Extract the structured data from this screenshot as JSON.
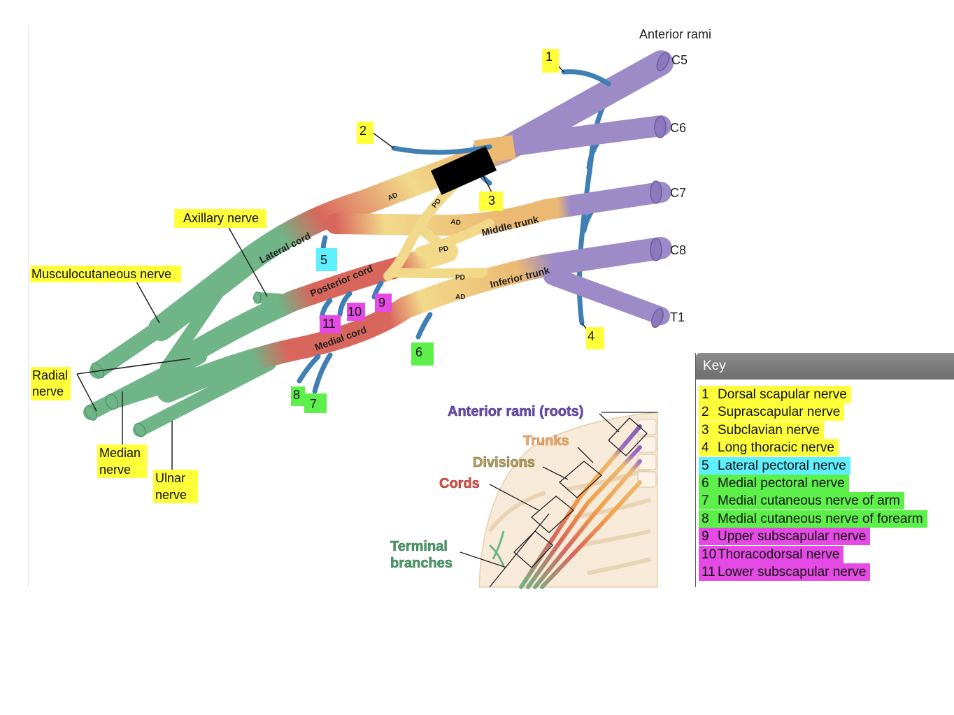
{
  "colors": {
    "root": "#9c8bc6",
    "trunk": "#ecb972",
    "division": "#f2d98a",
    "cord": "#d9665c",
    "terminal": "#6fb587",
    "branch": "#3f7fb4",
    "hl_yellow": "#ffff3a",
    "hl_cyan": "#5ff0ff",
    "hl_green": "#5ef04a",
    "hl_magenta": "#e54ae5"
  },
  "roots_header": "Anterior rami",
  "roots": [
    "C5",
    "C6",
    "C7",
    "C8",
    "T1"
  ],
  "trunk_labels": {
    "middle": "Middle trunk",
    "inferior": "Inferior trunk"
  },
  "cord_labels": {
    "lateral": "Lateral cord",
    "posterior": "Posterior cord",
    "medial": "Medial cord"
  },
  "division_labels": {
    "anterior": "AD",
    "posterior": "PD"
  },
  "nerve_labels": {
    "axillary": "Axillary nerve",
    "musculocutaneous": "Musculocutaneous nerve",
    "radial_1": "Radial",
    "radial_2": "nerve",
    "median_1": "Median",
    "median_2": "nerve",
    "ulnar_1": "Ulnar",
    "ulnar_2": "nerve"
  },
  "numbers": [
    "1",
    "2",
    "3",
    "4",
    "5",
    "6",
    "7",
    "8",
    "9",
    "10",
    "11"
  ],
  "inset": {
    "roots": "Anterior rami (roots)",
    "trunks": "Trunks",
    "divisions": "Divisions",
    "cords": "Cords",
    "terminal_1": "Terminal",
    "terminal_2": "branches"
  },
  "key": {
    "title": "Key",
    "items": [
      {
        "num": "1",
        "text": "Dorsal scapular nerve",
        "color": "#ffff3a"
      },
      {
        "num": "2",
        "text": "Suprascapular nerve",
        "color": "#ffff3a"
      },
      {
        "num": "3",
        "text": "Subclavian nerve",
        "color": "#ffff3a"
      },
      {
        "num": "4",
        "text": "Long thoracic nerve",
        "color": "#ffff3a"
      },
      {
        "num": "5",
        "text": "Lateral pectoral nerve",
        "color": "#5ff0ff"
      },
      {
        "num": "6",
        "text": "Medial pectoral nerve",
        "color": "#5ef04a"
      },
      {
        "num": "7",
        "text": "Medial cutaneous nerve of arm",
        "color": "#5ef04a"
      },
      {
        "num": "8",
        "text": "Medial cutaneous nerve of forearm",
        "color": "#5ef04a"
      },
      {
        "num": "9",
        "text": "Upper subscapular nerve",
        "color": "#e54ae5"
      },
      {
        "num": "10",
        "text": "Thoracodorsal nerve",
        "color": "#e54ae5"
      },
      {
        "num": "11",
        "text": "Lower subscapular nerve",
        "color": "#e54ae5"
      }
    ]
  }
}
